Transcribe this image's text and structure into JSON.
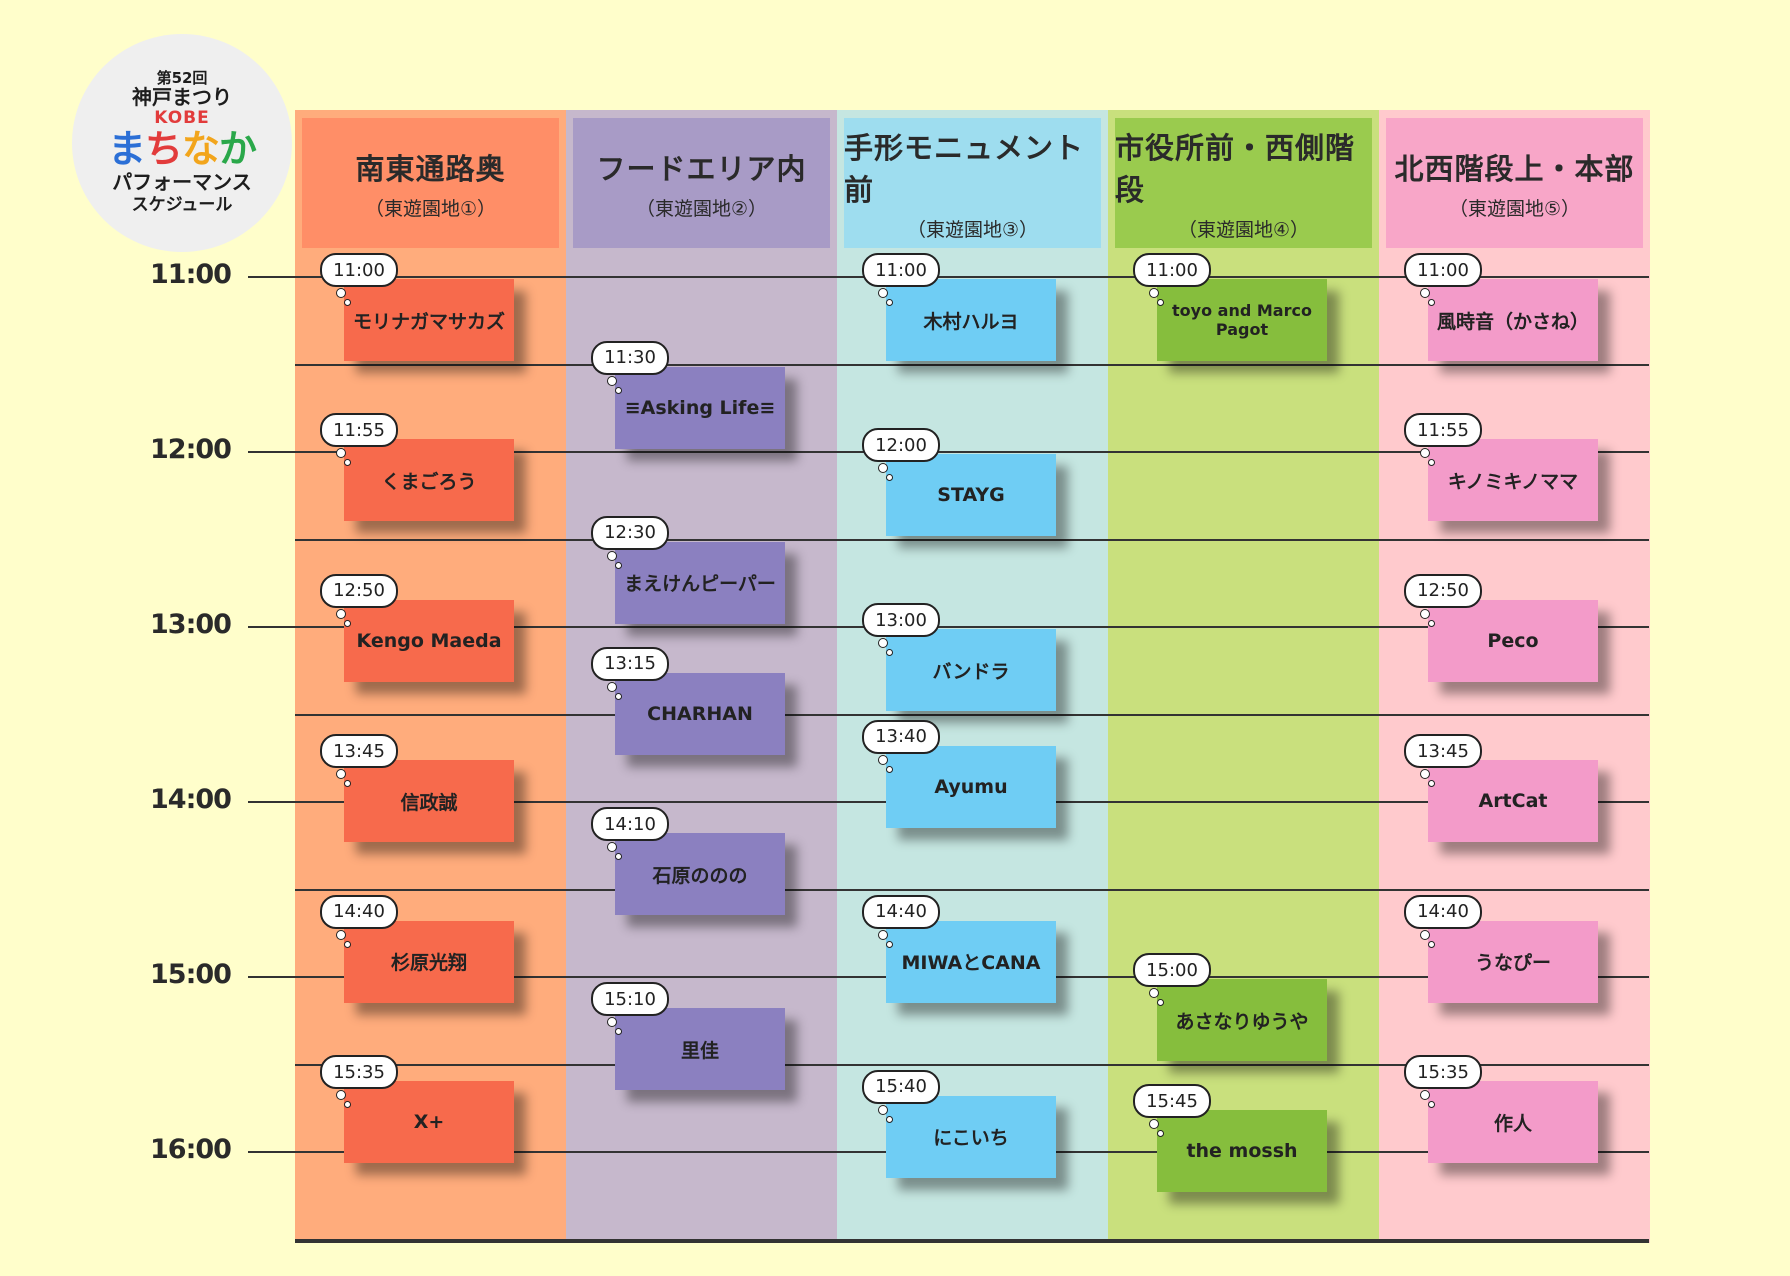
{
  "logo": {
    "line1": "第52回",
    "line2": "神戸まつり",
    "line3": "KOBE",
    "line4": [
      "ま",
      "ち",
      "な",
      "か"
    ],
    "line5": "パフォーマンス",
    "line6": "スケジュール"
  },
  "times": [
    "11:00",
    "12:00",
    "13:00",
    "14:00",
    "15:00",
    "16:00"
  ],
  "columns": [
    {
      "name": "南東通路奥",
      "sub": "（東遊園地①）",
      "bg": "#FFAC7C",
      "header": "#FF8E67",
      "card": "#F76A4C"
    },
    {
      "name": "フードエリア内",
      "sub": "（東遊園地②）",
      "bg": "#C6B8CC",
      "header": "#A89BC6",
      "card": "#8B80C0"
    },
    {
      "name": "手形モニュメント前",
      "sub": "（東遊園地③）",
      "bg": "#C5E6E1",
      "header": "#9EDDEF",
      "card": "#6FCDF4"
    },
    {
      "name": "市役所前・西側階段",
      "sub": "（東遊園地④）",
      "bg": "#C9E07D",
      "header": "#9ACB4E",
      "card": "#86BE3D"
    },
    {
      "name": "北西階段上・本部",
      "sub": "（東遊園地⑤）",
      "bg": "#FFCACD",
      "header": "#F8A6C8",
      "card": "#F39BC9"
    }
  ],
  "events": [
    {
      "col": 0,
      "time": "11:00",
      "name": "モリナガマサカズ"
    },
    {
      "col": 0,
      "time": "11:55",
      "name": "くまごろう"
    },
    {
      "col": 0,
      "time": "12:50",
      "name": "Kengo Maeda"
    },
    {
      "col": 0,
      "time": "13:45",
      "name": "信政誠"
    },
    {
      "col": 0,
      "time": "14:40",
      "name": "杉原光翔"
    },
    {
      "col": 0,
      "time": "15:35",
      "name": "X+"
    },
    {
      "col": 1,
      "time": "11:30",
      "name": "≡Asking Life≡"
    },
    {
      "col": 1,
      "time": "12:30",
      "name": "まえけんピーパー"
    },
    {
      "col": 1,
      "time": "13:15",
      "name": "CHARHAN"
    },
    {
      "col": 1,
      "time": "14:10",
      "name": "石原ののの"
    },
    {
      "col": 1,
      "time": "15:10",
      "name": "里佳"
    },
    {
      "col": 2,
      "time": "11:00",
      "name": "木村ハルヨ"
    },
    {
      "col": 2,
      "time": "12:00",
      "name": "STAYG"
    },
    {
      "col": 2,
      "time": "13:00",
      "name": "バンドラ"
    },
    {
      "col": 2,
      "time": "13:40",
      "name": "Ayumu"
    },
    {
      "col": 2,
      "time": "14:40",
      "name": "MIWAとCANA"
    },
    {
      "col": 2,
      "time": "15:40",
      "name": "にこいち"
    },
    {
      "col": 3,
      "time": "11:00",
      "name": "toyo and Marco Pagot"
    },
    {
      "col": 3,
      "time": "15:00",
      "name": "あさなりゆうや"
    },
    {
      "col": 3,
      "time": "15:45",
      "name": "the mossh"
    },
    {
      "col": 4,
      "time": "11:00",
      "name": "風時音（かさね）"
    },
    {
      "col": 4,
      "time": "11:55",
      "name": "キノミキノママ"
    },
    {
      "col": 4,
      "time": "12:50",
      "name": "Peco"
    },
    {
      "col": 4,
      "time": "13:45",
      "name": "ArtCat"
    },
    {
      "col": 4,
      "time": "14:40",
      "name": "うなぴー"
    },
    {
      "col": 4,
      "time": "15:35",
      "name": "作人"
    }
  ]
}
